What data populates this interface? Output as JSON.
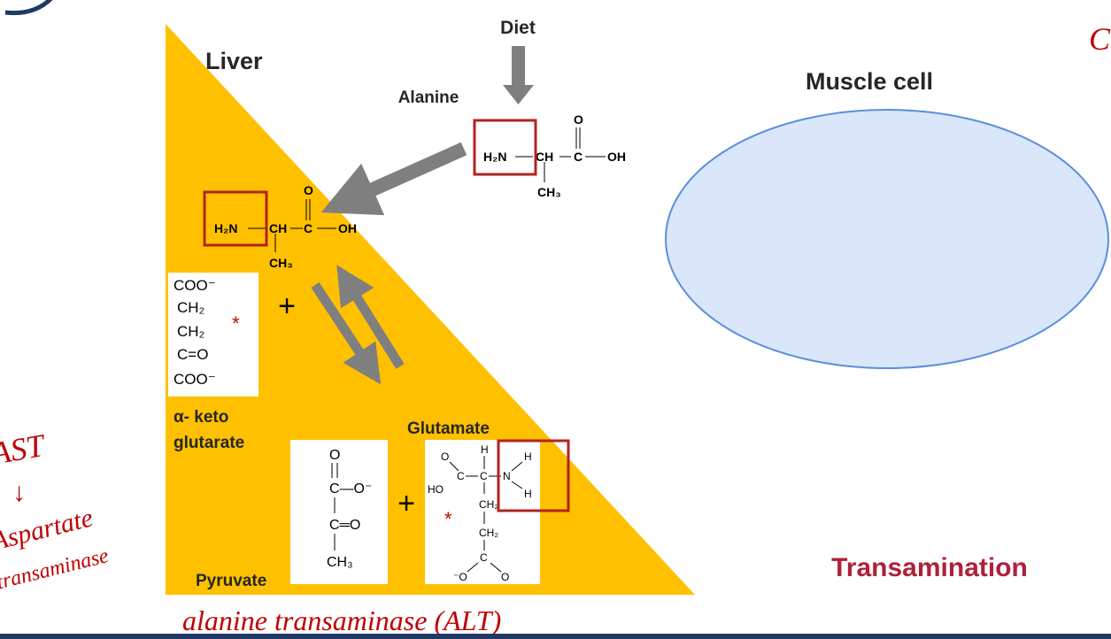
{
  "labels": {
    "liver": "Liver",
    "diet": "Diet",
    "alanine": "Alanine",
    "muscle_cell": "Muscle cell",
    "alpha_keto_line1": "α- keto",
    "alpha_keto_line2": "glutarate",
    "glutamate": "Glutamate",
    "pyruvate": "Pyruvate",
    "transamination": "Transamination"
  },
  "alanine_structure": {
    "amine": "H₂N",
    "ch": "CH",
    "c": "C",
    "o": "O",
    "oh": "OH",
    "ch3": "CH₃"
  },
  "alpha_keto_structure": {
    "l1": "COO⁻",
    "l2": "CH₂",
    "l3": "CH₂",
    "l4": "C=O",
    "l5": "COO⁻"
  },
  "pyruvate_structure": {
    "o_top": "O",
    "carboxylate": "C—O⁻",
    "keto": "C═O",
    "ch3": "CH₃"
  },
  "glutamate_structure": {
    "o": "O",
    "h_top": "H",
    "h_right": "H",
    "c1": "C",
    "c2": "C",
    "n": "N",
    "ho": "HO",
    "h_low": "H",
    "ch2a": "CH₂",
    "ch2b": "CH₂",
    "c3": "C",
    "o_minus": "⁻O",
    "o_bottom": "O"
  },
  "symbols": {
    "plus": "+",
    "asterisk": "*"
  },
  "handwriting": {
    "line1": "AST",
    "line2": "↓",
    "line3": "Aspartate",
    "line4": "transaminase",
    "bottom": "alanine transaminase (ALT)",
    "corner": "C"
  },
  "colors": {
    "liver_fill": "#FFC000",
    "highlight_box": "#B22222",
    "arrow_gray": "#7F7F7F",
    "muscle_fill": "#DAE6FA",
    "muscle_stroke": "#5B8FDB",
    "transamination_text": "#B0203A",
    "ink": "#C00000",
    "footer_bar": "#1F3864"
  },
  "icons": [
    "logo-arc-icon"
  ]
}
